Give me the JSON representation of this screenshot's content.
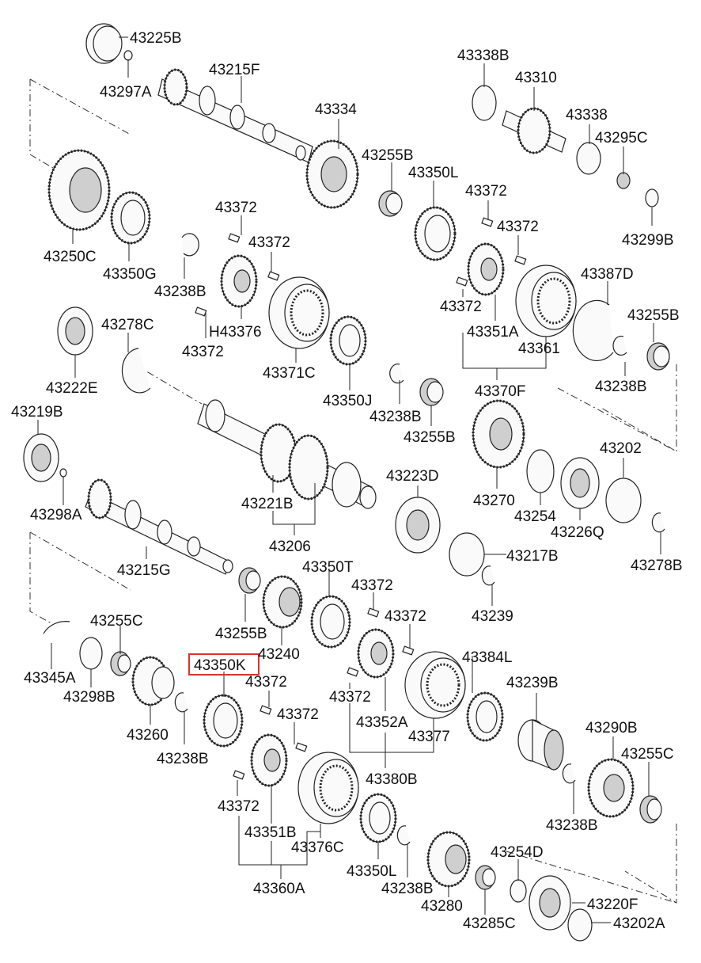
{
  "diagram": {
    "labels": [
      {
        "id": "43225B",
        "text": "43225B"
      },
      {
        "id": "43297A",
        "text": "43297A"
      },
      {
        "id": "43215F",
        "text": "43215F"
      },
      {
        "id": "43334",
        "text": "43334"
      },
      {
        "id": "43338B",
        "text": "43338B"
      },
      {
        "id": "43310",
        "text": "43310"
      },
      {
        "id": "43338",
        "text": "43338"
      },
      {
        "id": "43295C",
        "text": "43295C"
      },
      {
        "id": "43255B_a",
        "text": "43255B"
      },
      {
        "id": "43350L_a",
        "text": "43350L"
      },
      {
        "id": "43372_a",
        "text": "43372"
      },
      {
        "id": "43372_b",
        "text": "43372"
      },
      {
        "id": "43299B",
        "text": "43299B"
      },
      {
        "id": "43372_c",
        "text": "43372"
      },
      {
        "id": "43372_d",
        "text": "43372"
      },
      {
        "id": "43250C",
        "text": "43250C"
      },
      {
        "id": "43350G",
        "text": "43350G"
      },
      {
        "id": "43238B_a",
        "text": "43238B"
      },
      {
        "id": "43387D",
        "text": "43387D"
      },
      {
        "id": "43372_e",
        "text": "43372"
      },
      {
        "id": "43255B_b",
        "text": "43255B"
      },
      {
        "id": "H43376",
        "text": "H43376"
      },
      {
        "id": "43351A",
        "text": "43351A"
      },
      {
        "id": "43278C",
        "text": "43278C"
      },
      {
        "id": "43361",
        "text": "43361"
      },
      {
        "id": "43372_f",
        "text": "43372"
      },
      {
        "id": "43222E",
        "text": "43222E"
      },
      {
        "id": "43371C",
        "text": "43371C"
      },
      {
        "id": "43238B_b",
        "text": "43238B"
      },
      {
        "id": "43370F",
        "text": "43370F"
      },
      {
        "id": "43350J",
        "text": "43350J"
      },
      {
        "id": "43219B",
        "text": "43219B"
      },
      {
        "id": "43238B_c",
        "text": "43238B"
      },
      {
        "id": "43255B_c",
        "text": "43255B"
      },
      {
        "id": "43202",
        "text": "43202"
      },
      {
        "id": "43223D",
        "text": "43223D"
      },
      {
        "id": "43221B",
        "text": "43221B"
      },
      {
        "id": "43270",
        "text": "43270"
      },
      {
        "id": "43254",
        "text": "43254"
      },
      {
        "id": "43298A",
        "text": "43298A"
      },
      {
        "id": "43226Q",
        "text": "43226Q"
      },
      {
        "id": "43206",
        "text": "43206"
      },
      {
        "id": "43217B",
        "text": "43217B"
      },
      {
        "id": "43350T",
        "text": "43350T"
      },
      {
        "id": "43215G",
        "text": "43215G"
      },
      {
        "id": "43278B",
        "text": "43278B"
      },
      {
        "id": "43372_g",
        "text": "43372"
      },
      {
        "id": "43239",
        "text": "43239"
      },
      {
        "id": "43255C_a",
        "text": "43255C"
      },
      {
        "id": "43372_h",
        "text": "43372"
      },
      {
        "id": "43255B_d",
        "text": "43255B"
      },
      {
        "id": "43240",
        "text": "43240"
      },
      {
        "id": "43384L",
        "text": "43384L"
      },
      {
        "id": "43350K",
        "text": "43350K"
      },
      {
        "id": "43345A",
        "text": "43345A"
      },
      {
        "id": "43372_i",
        "text": "43372"
      },
      {
        "id": "43239B",
        "text": "43239B"
      },
      {
        "id": "43298B",
        "text": "43298B"
      },
      {
        "id": "43372_j",
        "text": "43372"
      },
      {
        "id": "43352A",
        "text": "43352A"
      },
      {
        "id": "43372_k",
        "text": "43372"
      },
      {
        "id": "43377",
        "text": "43377"
      },
      {
        "id": "43290B",
        "text": "43290B"
      },
      {
        "id": "43260",
        "text": "43260"
      },
      {
        "id": "43255C_b",
        "text": "43255C"
      },
      {
        "id": "43238B_d",
        "text": "43238B"
      },
      {
        "id": "43380B",
        "text": "43380B"
      },
      {
        "id": "43372_l",
        "text": "43372"
      },
      {
        "id": "43238B_e",
        "text": "43238B"
      },
      {
        "id": "43351B",
        "text": "43351B"
      },
      {
        "id": "43376C",
        "text": "43376C"
      },
      {
        "id": "43254D",
        "text": "43254D"
      },
      {
        "id": "43350L_b",
        "text": "43350L"
      },
      {
        "id": "43238B_f",
        "text": "43238B"
      },
      {
        "id": "43220F",
        "text": "43220F"
      },
      {
        "id": "43360A",
        "text": "43360A"
      },
      {
        "id": "43280",
        "text": "43280"
      },
      {
        "id": "43285C",
        "text": "43285C"
      },
      {
        "id": "43202A",
        "text": "43202A"
      }
    ],
    "highlighted_label": "43350K",
    "highlight_color": "#d9342b",
    "line_color": "#222222"
  }
}
